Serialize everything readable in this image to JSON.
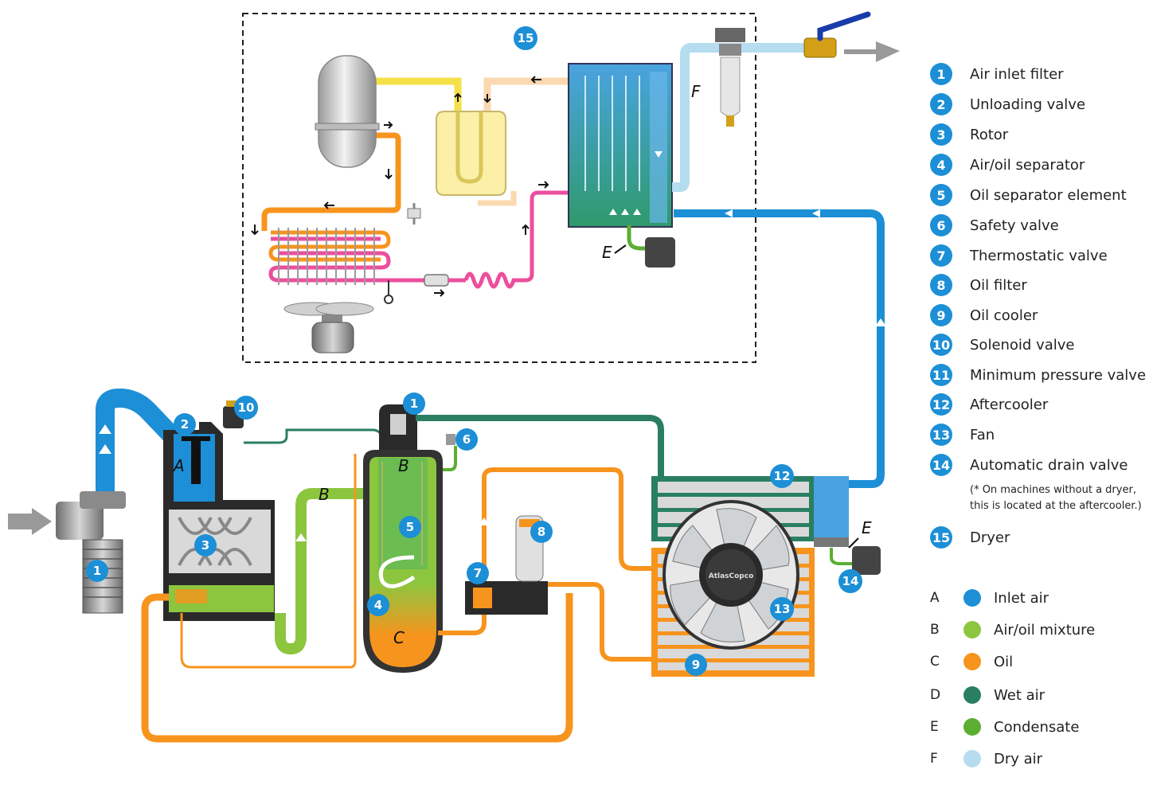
{
  "components": [
    {
      "num": "1",
      "label": "Air inlet filter"
    },
    {
      "num": "2",
      "label": "Unloading valve"
    },
    {
      "num": "3",
      "label": "Rotor"
    },
    {
      "num": "4",
      "label": "Air/oil separator"
    },
    {
      "num": "5",
      "label": "Oil separator element"
    },
    {
      "num": "6",
      "label": "Safety valve"
    },
    {
      "num": "7",
      "label": "Thermostatic valve"
    },
    {
      "num": "8",
      "label": "Oil filter"
    },
    {
      "num": "9",
      "label": "Oil cooler"
    },
    {
      "num": "10",
      "label": "Solenoid valve"
    },
    {
      "num": "11",
      "label": "Minimum pressure valve"
    },
    {
      "num": "12",
      "label": "Aftercooler"
    },
    {
      "num": "13",
      "label": "Fan"
    },
    {
      "num": "14",
      "label": "Automatic drain valve"
    },
    {
      "num": "15",
      "label": "Dryer"
    }
  ],
  "drain_note": "(* On machines without a dryer,\nthis is located at the aftercooler.)",
  "flow_key": [
    {
      "letter": "A",
      "label": "Inlet air",
      "color": "#1c8fd6"
    },
    {
      "letter": "B",
      "label": "Air/oil mixture",
      "color": "#8cc63f"
    },
    {
      "letter": "C",
      "label": "Oil",
      "color": "#f7941d"
    },
    {
      "letter": "D",
      "label": "Wet air",
      "color": "#2a7f62"
    },
    {
      "letter": "E",
      "label": "Condensate",
      "color": "#5cae32"
    },
    {
      "letter": "F",
      "label": "Dry air",
      "color": "#b6dcf0"
    }
  ],
  "diagram_labels": {
    "A": "A",
    "B1": "B",
    "B2": "B",
    "C": "C",
    "E1": "E",
    "E2": "E",
    "F": "F"
  },
  "badges": {
    "b15": "15",
    "b1a": "1",
    "b2": "2",
    "b10": "10",
    "b3": "3",
    "b1b": "1",
    "b6": "6",
    "b5": "5",
    "b4": "4",
    "b7": "7",
    "b8": "8",
    "b12": "12",
    "b13": "13",
    "b9": "9",
    "b14": "14"
  },
  "fan_brand": "AtlasCopco"
}
